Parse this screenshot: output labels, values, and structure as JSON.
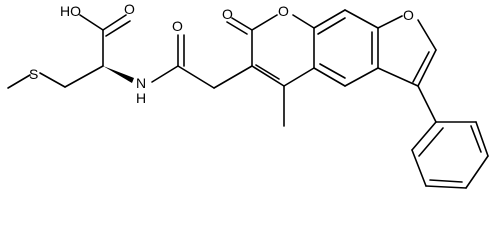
{
  "molecule": {
    "atoms": {
      "ho": "HO",
      "carbonyl_o_acid": "O",
      "sulfur": "S",
      "amide_n": "N",
      "amide_h": "H",
      "amide_o": "O",
      "lactone_carbonyl_o": "O",
      "pyran_o": "O",
      "furan_o": "O"
    }
  },
  "colors": {
    "bond": "#000000",
    "label": "#000000",
    "background": "#ffffff"
  }
}
